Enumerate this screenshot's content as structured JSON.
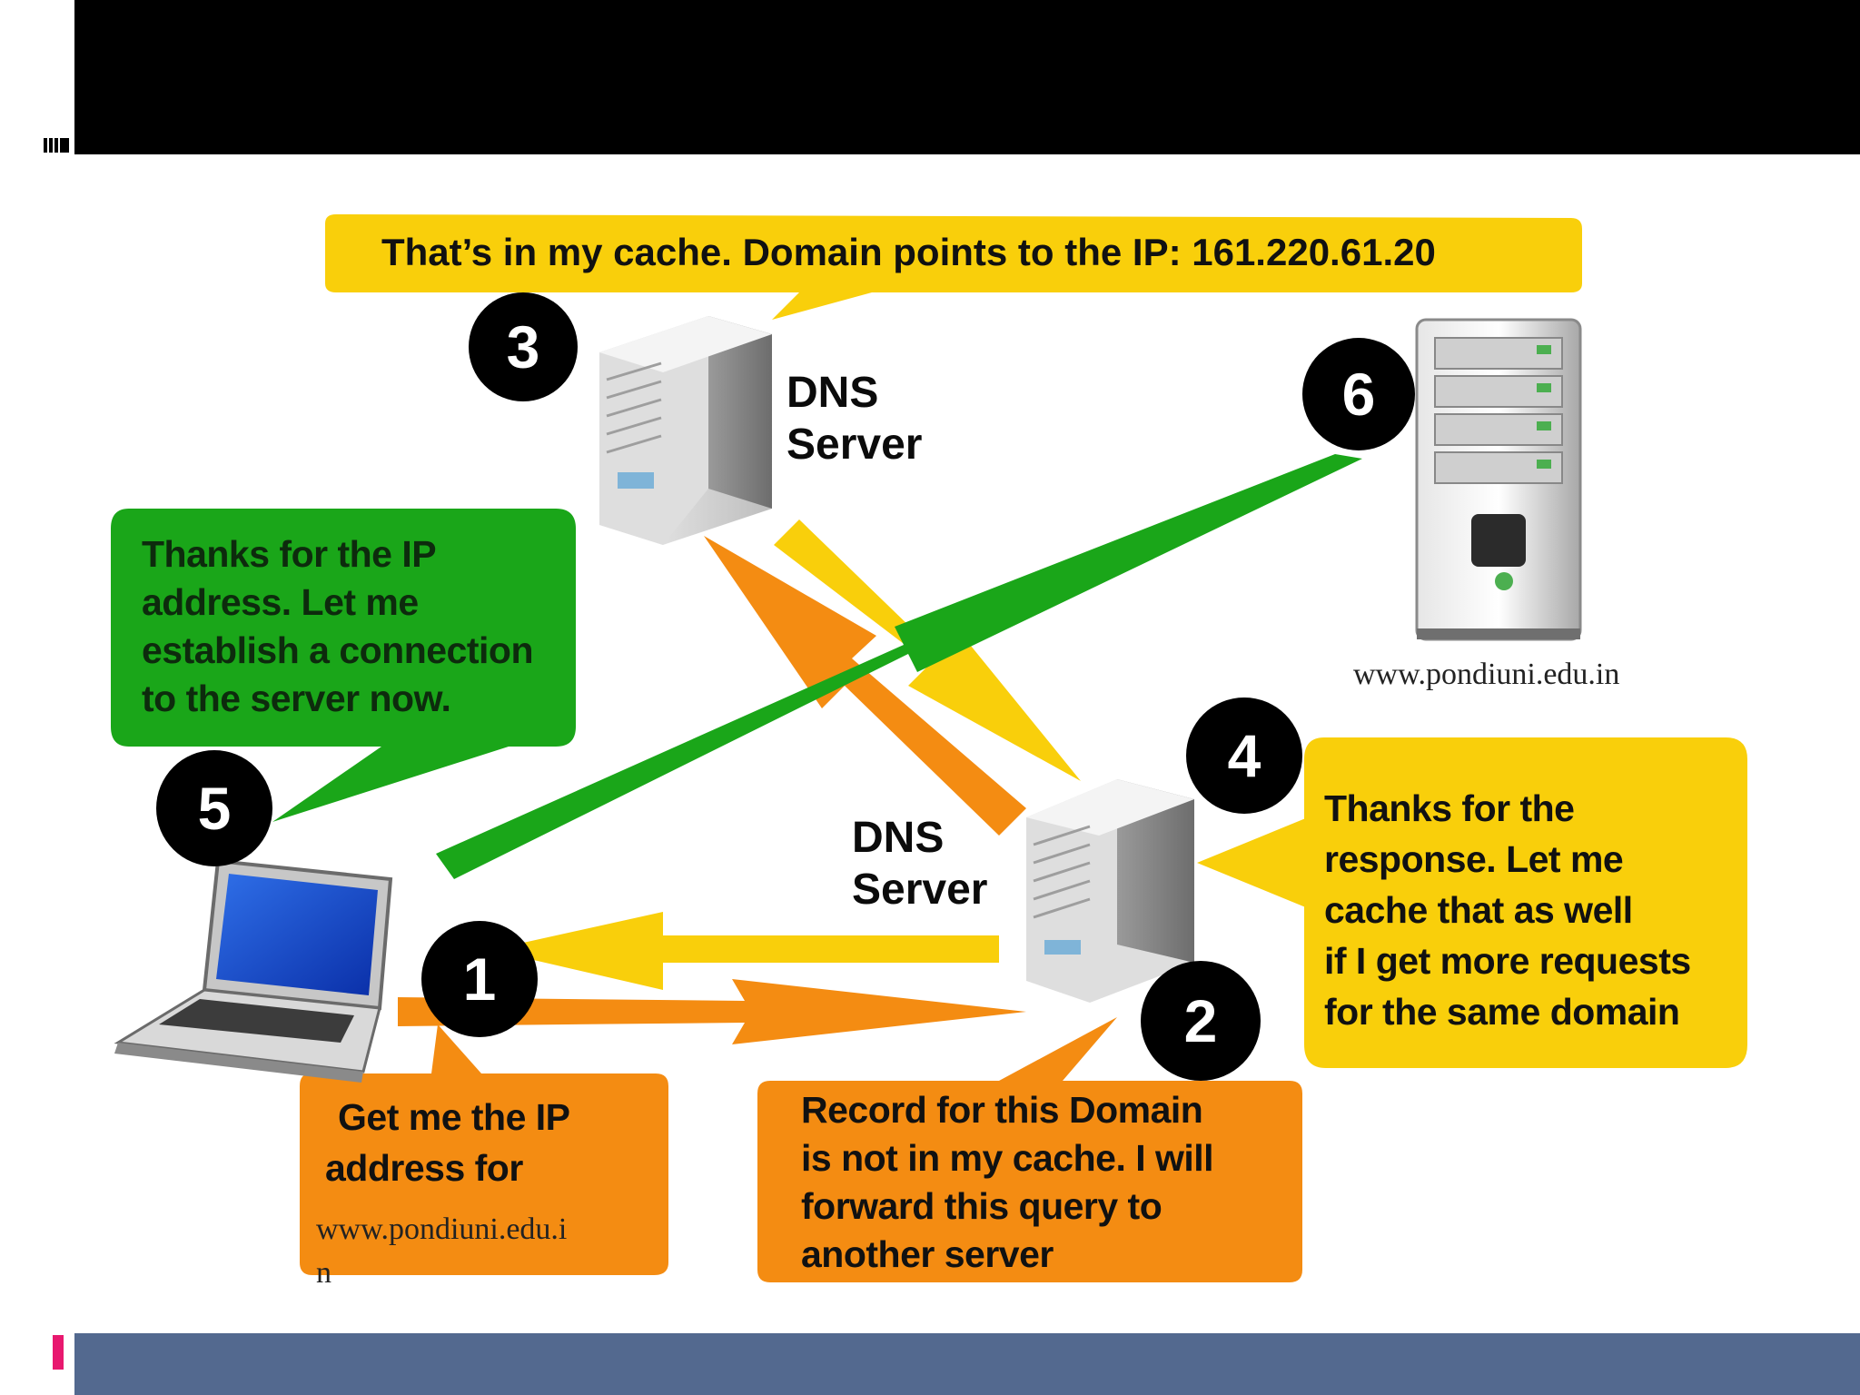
{
  "bubbles": {
    "cache_hit": "That’s in my cache. Domain points to the IP: 161.220.61.20",
    "thanks_ip": "Thanks for the IP\naddress. Let me\nestablish a connection\nto the server now.",
    "get_ip_line1": "Get me the IP",
    "get_ip_line2": "address for",
    "get_ip_domain": "www.pondiuni.edu.i\nn",
    "not_in_cache": "Record for this Domain\nis not in my cache. I will\nforward this query to\nanother server",
    "thanks_response": "Thanks for the\nresponse. Let me\ncache that as well\nif I get more requests\nfor the same domain"
  },
  "servers": {
    "dns_top": "DNS\nServer",
    "dns_bottom": "DNS\nServer",
    "web_domain": "www.pondiuni.edu.in"
  },
  "steps": [
    "1",
    "2",
    "3",
    "4",
    "5",
    "6"
  ],
  "colors": {
    "yellow": "#f9cf0b",
    "orange": "#f48c12",
    "green": "#1aa619",
    "black_bar": "#000000",
    "blue_bar": "#53698f",
    "accent_pink": "#e8186f"
  }
}
